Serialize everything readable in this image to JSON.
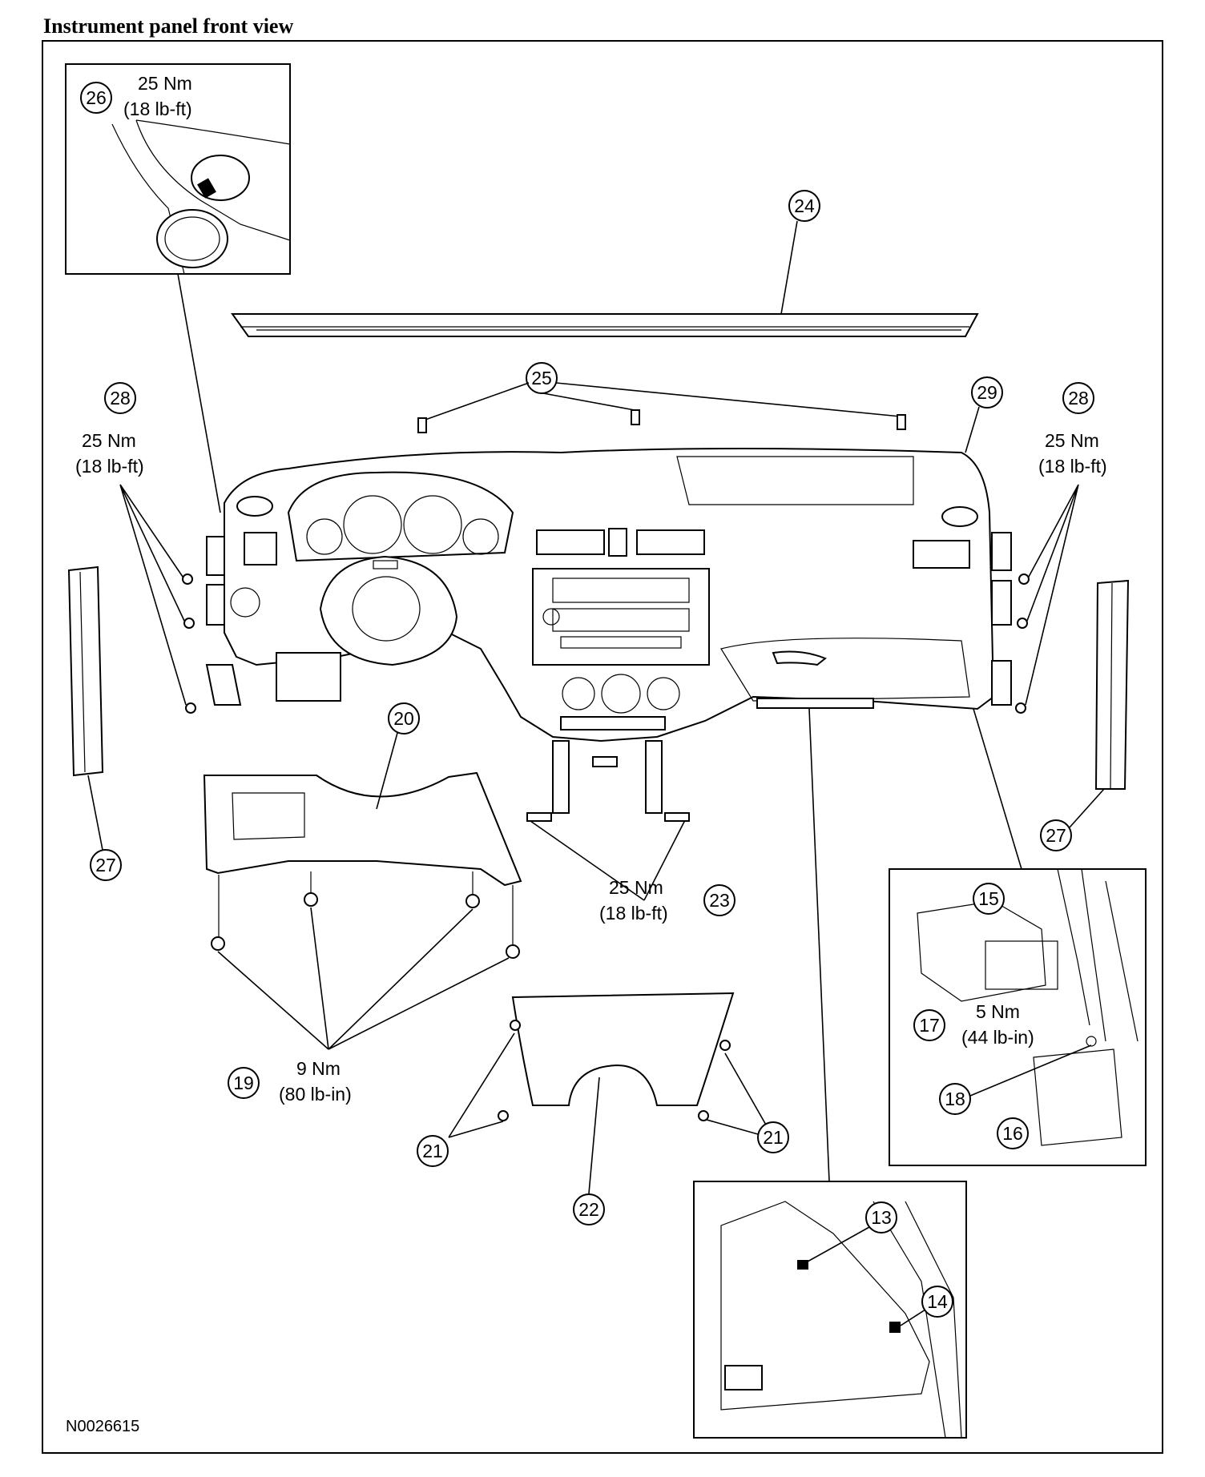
{
  "title": "Instrument panel front view",
  "figure_code": "N0026615",
  "callouts": {
    "c13": "13",
    "c14": "14",
    "c15": "15",
    "c16": "16",
    "c17": "17",
    "c18": "18",
    "c19": "19",
    "c20": "20",
    "c21a": "21",
    "c21b": "21",
    "c22": "22",
    "c23": "23",
    "c24": "24",
    "c25": "25",
    "c26": "26",
    "c27a": "27",
    "c27b": "27",
    "c28a": "28",
    "c28b": "28",
    "c29": "29"
  },
  "torque": {
    "t26_nm": "25 Nm",
    "t26_lbft": "(18 lb-ft)",
    "t28l_nm": "25 Nm",
    "t28l_lbft": "(18 lb-ft)",
    "t28r_nm": "25 Nm",
    "t28r_lbft": "(18 lb-ft)",
    "t23_nm": "25 Nm",
    "t23_lbft": "(18 lb-ft)",
    "t19_nm": "9 Nm",
    "t19_lbin": "(80 lb-in)",
    "t17_nm": "5 Nm",
    "t17_lbin": "(44 lb-in)"
  }
}
